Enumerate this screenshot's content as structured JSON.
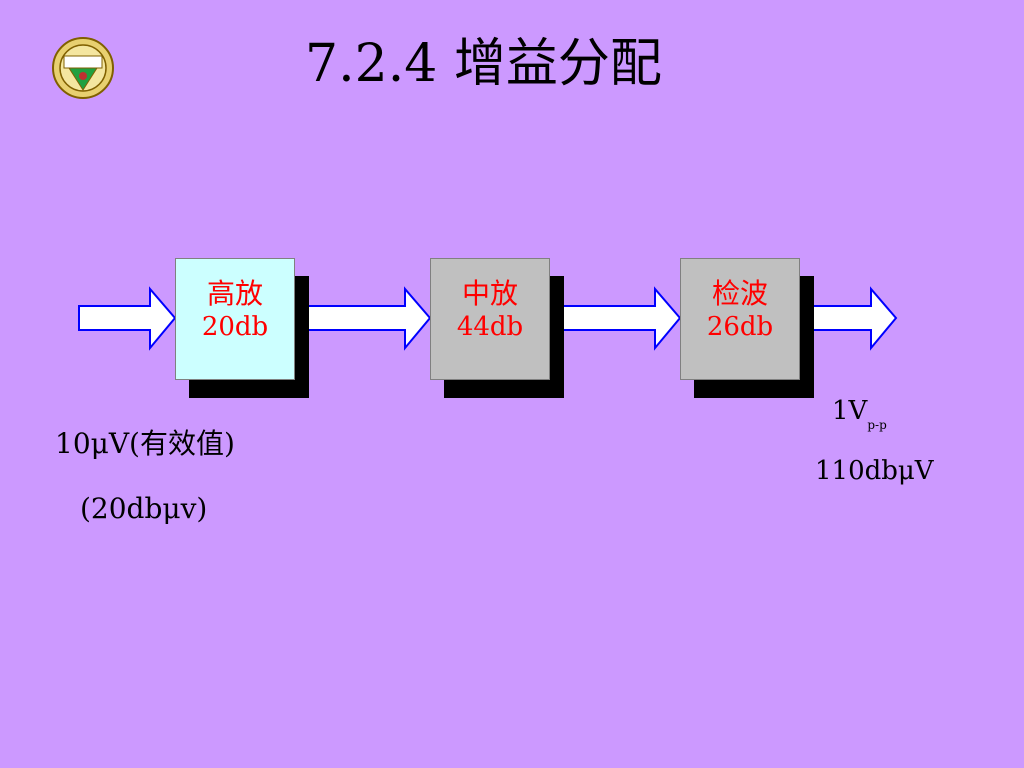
{
  "title": "7.2.4  增益分配",
  "logo": {
    "name": "university-emblem"
  },
  "blocks": [
    {
      "name": "高放",
      "gain": "20db"
    },
    {
      "name": "中放",
      "gain": "44db"
    },
    {
      "name": "检波",
      "gain": "26db"
    }
  ],
  "input": {
    "level": "10μV(有效值)",
    "db": "(20dbμv)"
  },
  "output": {
    "vpp_main": "1V",
    "vpp_sub": "p-p",
    "db": "110dbμV"
  },
  "colors": {
    "background": "#cc99ff",
    "block_text": "#ff0000",
    "hf_block": "#ccffff",
    "grey_block": "#c0c0c0",
    "arrow_stroke": "#0000ff"
  }
}
